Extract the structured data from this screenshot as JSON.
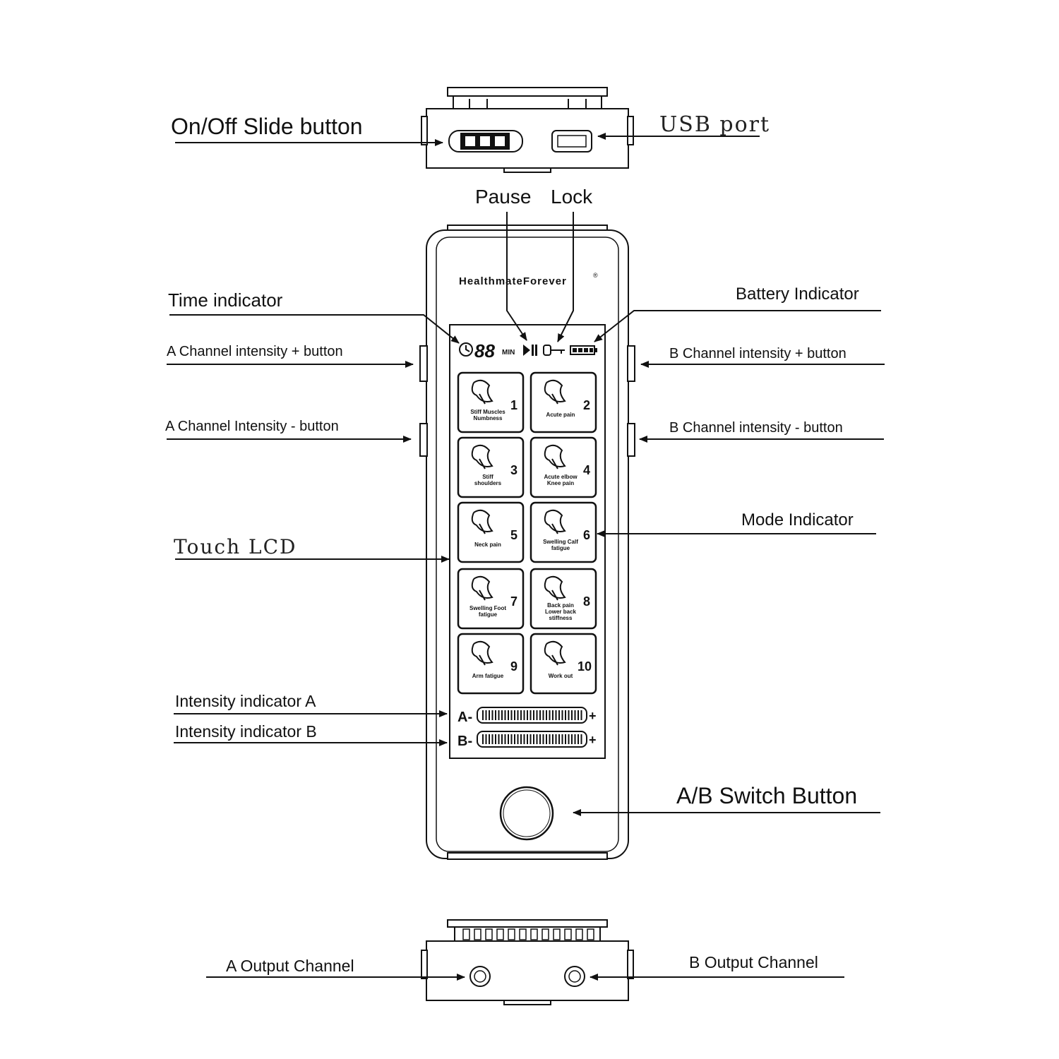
{
  "callouts": {
    "on_off": "On/Off Slide button",
    "usb": "USB port",
    "pause": "Pause",
    "lock": "Lock",
    "time": "Time  indicator",
    "battery": "Battery  Indicator",
    "a_plus": "A Channel  intensity  +  button",
    "b_plus": "B Channel  intensity  +  button",
    "a_minus": "A Channel  Intensity  -  button",
    "b_minus": "B Channel  intensity  -  button",
    "mode": "Mode   Indicator",
    "touch_lcd": "Touch LCD",
    "int_a": "Intensity  indicator A",
    "int_b": "Intensity  indicator B",
    "ab_switch": "A/B Switch  Button",
    "out_a": "A Output  Channel",
    "out_b": "B Output Channel"
  },
  "device": {
    "brand": "HealthmateForever",
    "registered": "®",
    "timer_digits": "88",
    "timer_unit": "MIN",
    "intensity_a_label": "A-",
    "intensity_b_label": "B-",
    "plus": "+"
  },
  "modes": [
    {
      "number": "1",
      "caption": "Stiff Muscles Numbness"
    },
    {
      "number": "2",
      "caption": "Acute pain"
    },
    {
      "number": "3",
      "caption": "Stiff shoulders"
    },
    {
      "number": "4",
      "caption": "Acute elbow Knee pain"
    },
    {
      "number": "5",
      "caption": "Neck pain"
    },
    {
      "number": "6",
      "caption": "Swelling Calf fatigue"
    },
    {
      "number": "7",
      "caption": "Swelling Foot fatigue"
    },
    {
      "number": "8",
      "caption": "Back pain Lower back stiffness"
    },
    {
      "number": "9",
      "caption": "Arm fatigue"
    },
    {
      "number": "10",
      "caption": "Work out"
    }
  ]
}
